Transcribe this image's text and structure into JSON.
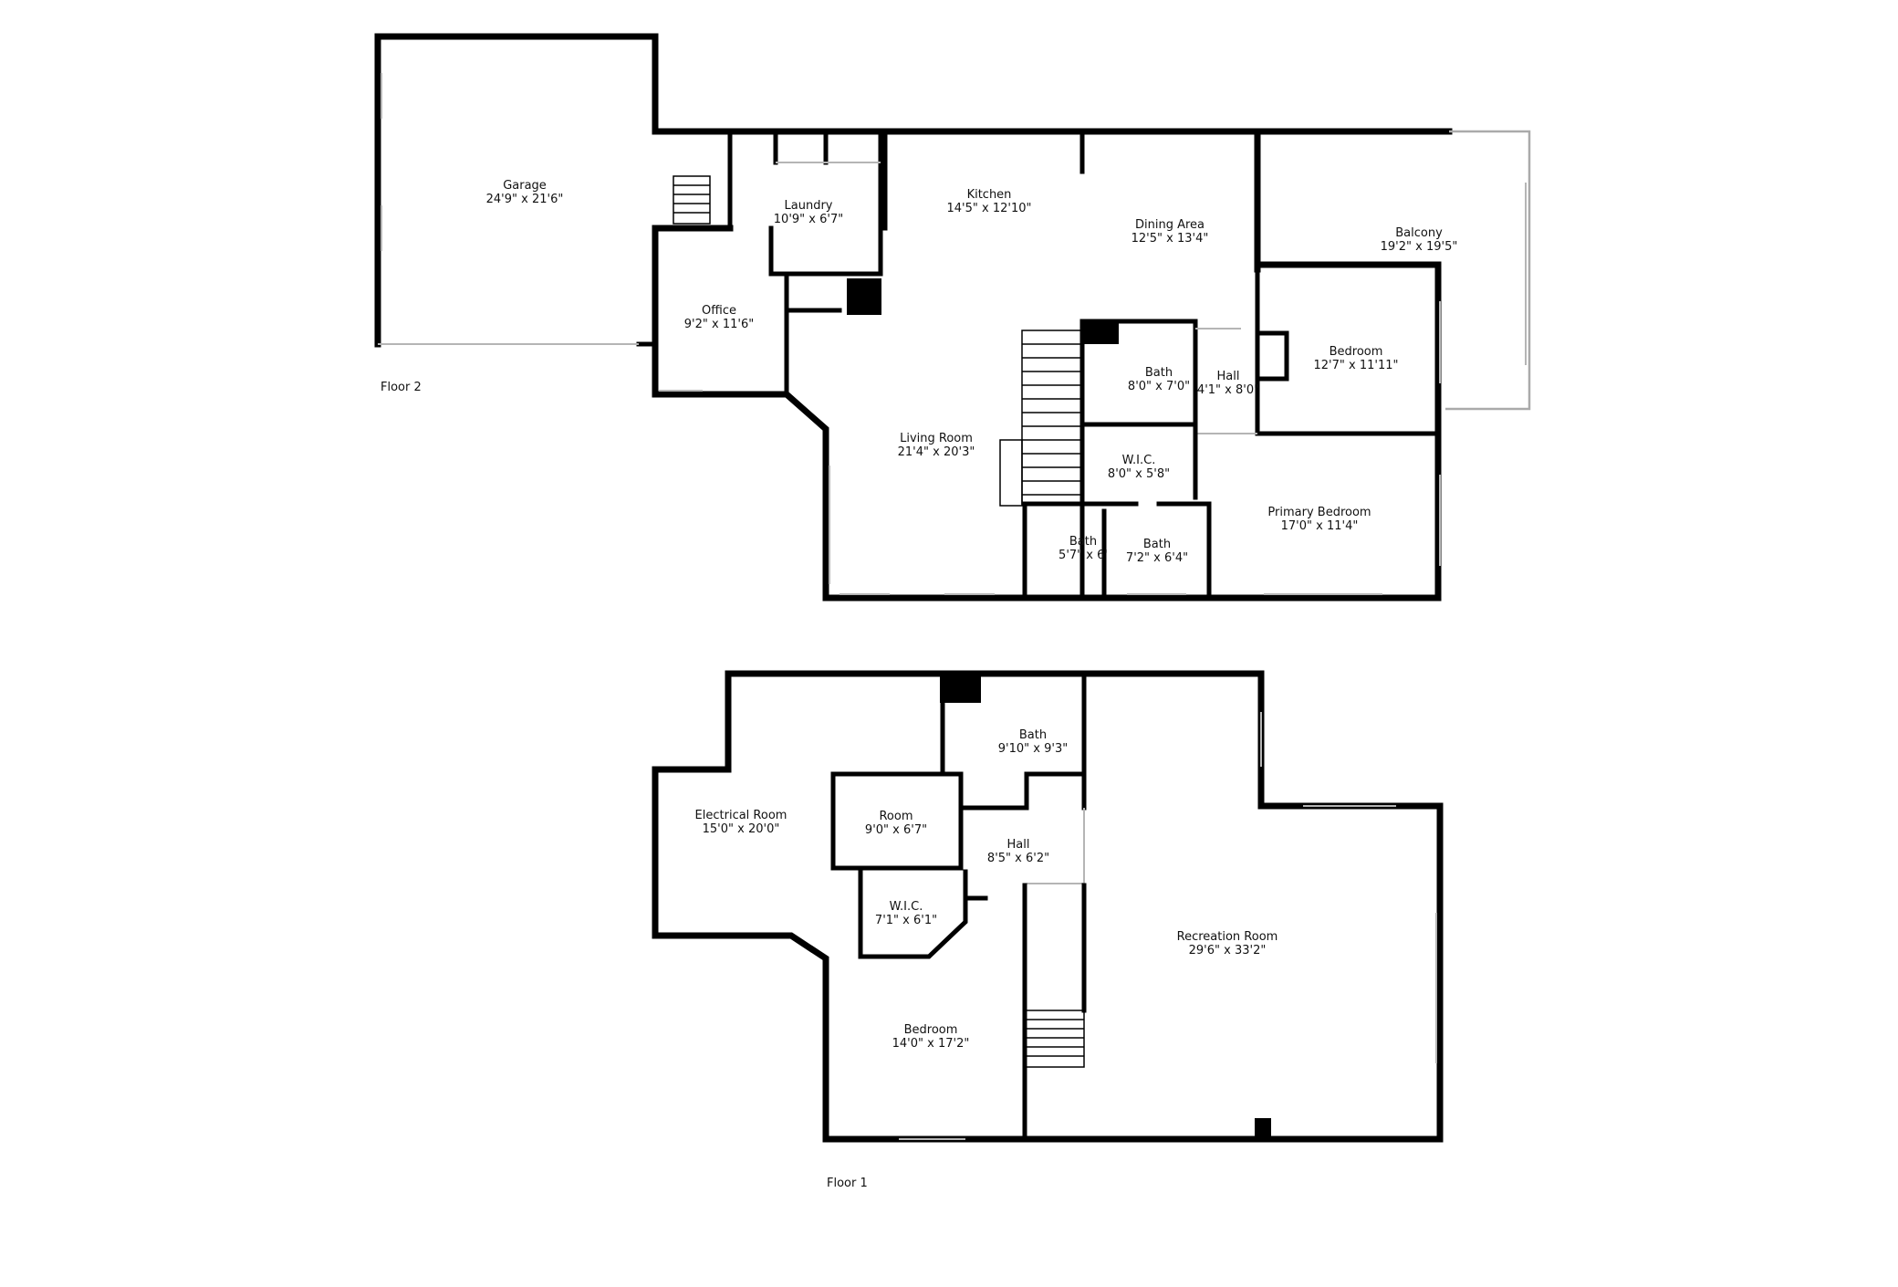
{
  "floors": [
    {
      "label": "Floor 2",
      "rooms": [
        {
          "name": "Garage",
          "dims": "24'9\" x 21'6\""
        },
        {
          "name": "Laundry",
          "dims": "10'9\" x 6'7\""
        },
        {
          "name": "Kitchen",
          "dims": "14'5\" x 12'10\""
        },
        {
          "name": "Dining Area",
          "dims": "12'5\" x 13'4\""
        },
        {
          "name": "Balcony",
          "dims": "19'2\" x 19'5\""
        },
        {
          "name": "Office",
          "dims": "9'2\" x 11'6\""
        },
        {
          "name": "Bedroom",
          "dims": "12'7\" x 11'11\""
        },
        {
          "name": "Bath",
          "dims": "8'0\" x 7'0\""
        },
        {
          "name": "Hall",
          "dims": "4'1\" x 8'0\""
        },
        {
          "name": "Living Room",
          "dims": "21'4\" x 20'3\""
        },
        {
          "name": "W.I.C.",
          "dims": "8'0\" x 5'8\""
        },
        {
          "name": "Primary Bedroom",
          "dims": "17'0\" x 11'4\""
        },
        {
          "name": "Bath",
          "dims": "5'7\" x 6'"
        },
        {
          "name": "Bath",
          "dims": "7'2\" x 6'4\""
        }
      ]
    },
    {
      "label": "Floor 1",
      "rooms": [
        {
          "name": "Bath",
          "dims": "9'10\" x 9'3\""
        },
        {
          "name": "Electrical Room",
          "dims": "15'0\" x 20'0\""
        },
        {
          "name": "Room",
          "dims": "9'0\" x 6'7\""
        },
        {
          "name": "Hall",
          "dims": "8'5\" x 6'2\""
        },
        {
          "name": "W.I.C.",
          "dims": "7'1\" x 6'1\""
        },
        {
          "name": "Recreation Room",
          "dims": "29'6\" x 33'2\""
        },
        {
          "name": "Bedroom",
          "dims": "14'0\" x 17'2\""
        }
      ]
    }
  ]
}
